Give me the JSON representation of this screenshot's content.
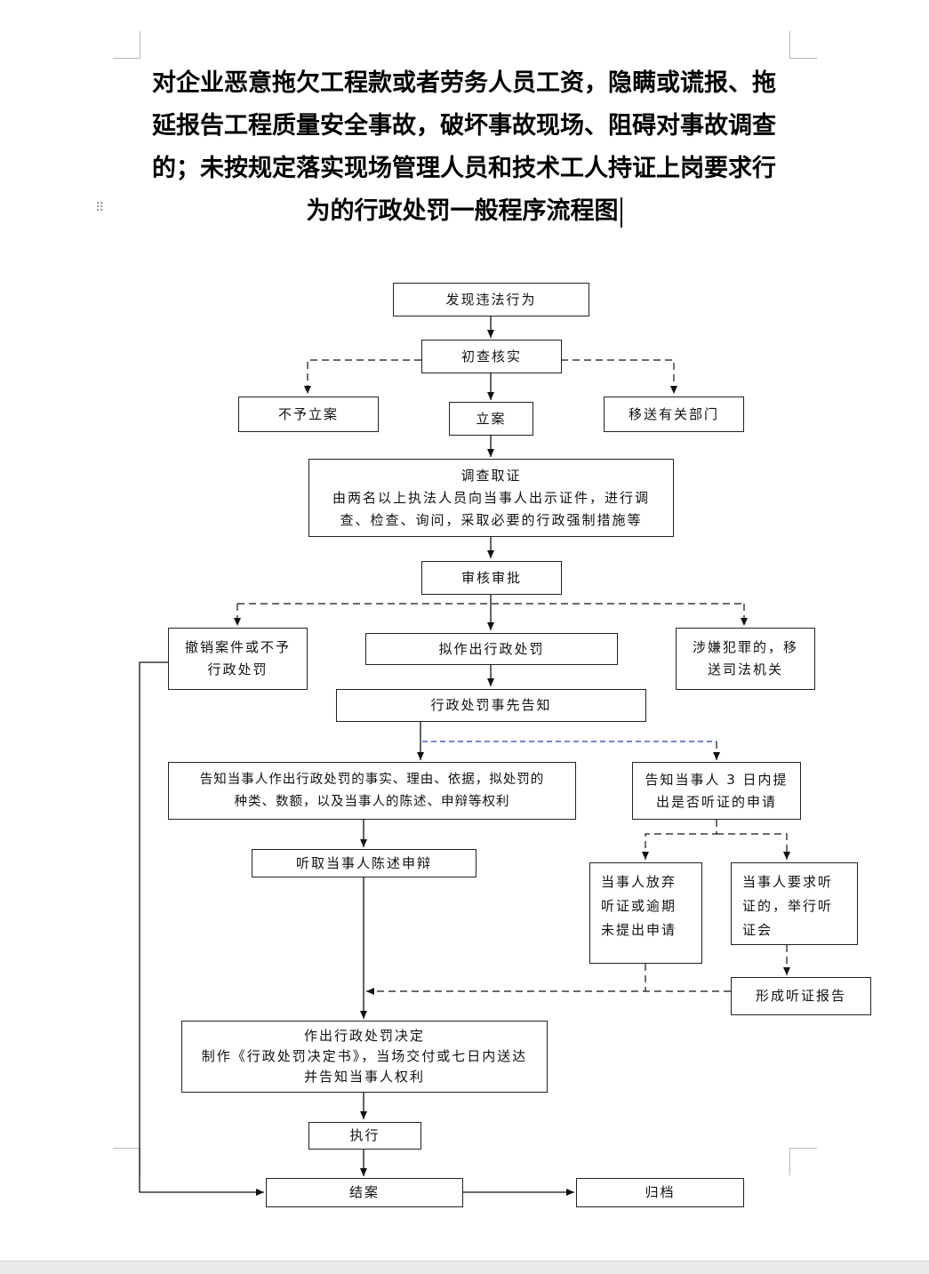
{
  "document": {
    "title_lines": [
      "对企业恶意拖欠工程款或者劳务人员工资，隐瞒或谎报、拖",
      "延报告工程质量安全事故，破坏事故现场、阻碍对事故调查",
      "的；未按规定落实现场管理人员和技术工人持证上岗要求行",
      "为的行政处罚一般程序流程图"
    ]
  },
  "flowchart": {
    "discover": "发现违法行为",
    "preliminary_check": "初查核实",
    "no_filing": "不予立案",
    "filing": "立案",
    "transfer_dept": "移送有关部门",
    "investigation": {
      "title": "调查取证",
      "line1": "由两名以上执法人员向当事人出示证件，进行调",
      "line2": "查、检查、询问，采取必要的行政强制措施等"
    },
    "review": "审核审批",
    "revoke": {
      "line1": "撤销案件或不予",
      "line2": "行政处罚"
    },
    "propose_penalty": "拟作出行政处罚",
    "crime": {
      "line1": "涉嫌犯罪的，移",
      "line2": "送司法机关"
    },
    "prior_notice": "行政处罚事先告知",
    "notify_facts": {
      "line1": "告知当事人作出行政处罚的事实、理由、依据，拟处罚的",
      "line2": "种类、数额，以及当事人的陈述、申辩等权利"
    },
    "notify_hearing": {
      "line1": "告知当事人 3 日内提",
      "line2": "出是否听证的申请"
    },
    "hear_statement": "听取当事人陈述申辩",
    "waive_hearing": {
      "line1": "当事人放弃",
      "line2": "听证或逾期",
      "line3": "未提出申请"
    },
    "request_hearing": {
      "line1": "当事人要求听",
      "line2": "证的，举行听",
      "line3": "证会"
    },
    "hearing_report": "形成听证报告",
    "decision": {
      "title": "作出行政处罚决定",
      "line1": "制作《行政处罚决定书》，当场交付或七日内送达",
      "line2": "并告知当事人权利"
    },
    "execute": "执行",
    "close_case": "结案",
    "archive": "归档"
  },
  "colors": {
    "line": "#111111",
    "dashed_blue": "#1f3fbf"
  }
}
